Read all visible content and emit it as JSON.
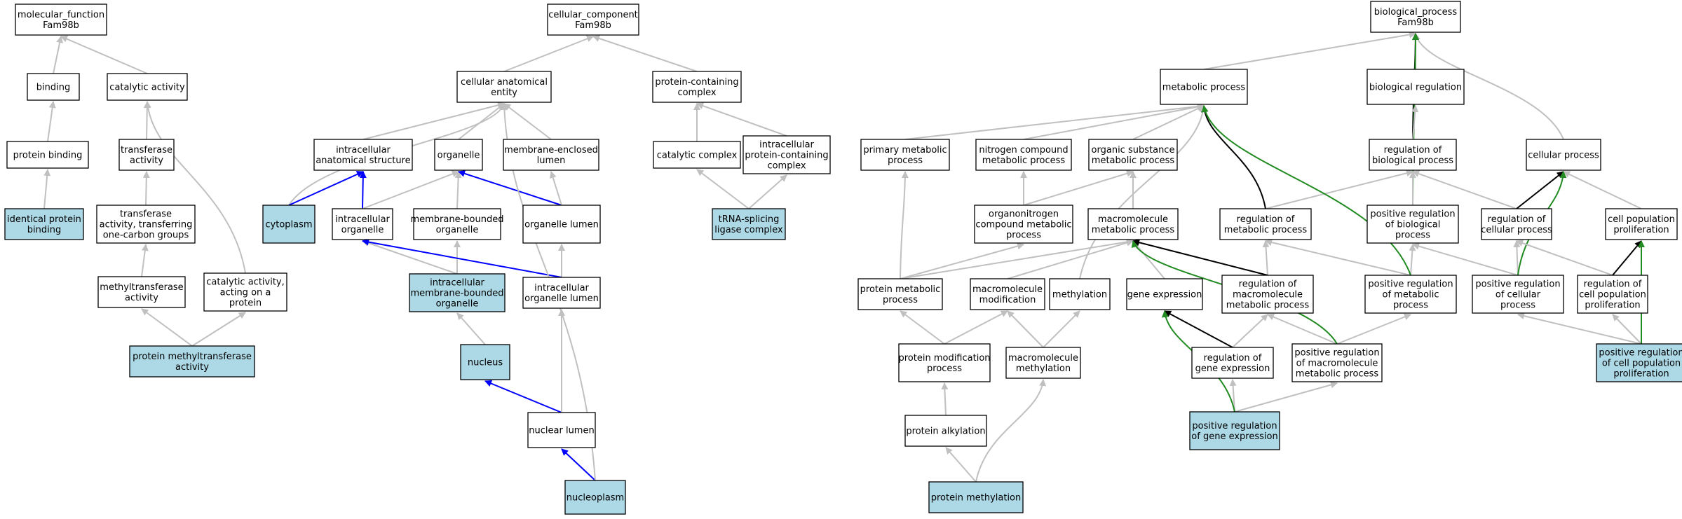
{
  "colors": {
    "term_fill": "#ffffff",
    "annotated_fill": "#add8e6",
    "is_a_edge": "#c0c0c0",
    "regulates_edge": "#000000",
    "part_of_edge": "#0000ff",
    "positively_regulates_edge": "#228b22"
  },
  "nodes": [
    {
      "id": "mf_root",
      "lines": [
        "molecular_function",
        "Fam98b"
      ],
      "annotated": false
    },
    {
      "id": "binding",
      "lines": [
        "binding"
      ],
      "annotated": false
    },
    {
      "id": "catalytic_activity",
      "lines": [
        "catalytic activity"
      ],
      "annotated": false
    },
    {
      "id": "protein_binding",
      "lines": [
        "protein binding"
      ],
      "annotated": false
    },
    {
      "id": "transferase_activity",
      "lines": [
        "transferase",
        "activity"
      ],
      "annotated": false
    },
    {
      "id": "identical_protein_binding",
      "lines": [
        "identical protein",
        "binding"
      ],
      "annotated": true
    },
    {
      "id": "transferase_one_carbon",
      "lines": [
        "transferase",
        "activity, transferring",
        "one-carbon groups"
      ],
      "annotated": false
    },
    {
      "id": "methyltransferase_activity",
      "lines": [
        "methyltransferase",
        "activity"
      ],
      "annotated": false
    },
    {
      "id": "catalytic_on_protein",
      "lines": [
        "catalytic activity,",
        "acting on a",
        "protein"
      ],
      "annotated": false
    },
    {
      "id": "protein_methyltransferase_activity",
      "lines": [
        "protein methyltransferase",
        "activity"
      ],
      "annotated": true
    },
    {
      "id": "cc_root",
      "lines": [
        "cellular_component",
        "Fam98b"
      ],
      "annotated": false
    },
    {
      "id": "cellular_anatomical_entity",
      "lines": [
        "cellular anatomical",
        "entity"
      ],
      "annotated": false
    },
    {
      "id": "protein_containing_complex",
      "lines": [
        "protein-containing",
        "complex"
      ],
      "annotated": false
    },
    {
      "id": "intracellular_anatomical_structure",
      "lines": [
        "intracellular",
        "anatomical structure"
      ],
      "annotated": false
    },
    {
      "id": "organelle",
      "lines": [
        "organelle"
      ],
      "annotated": false
    },
    {
      "id": "membrane_enclosed_lumen",
      "lines": [
        "membrane-enclosed",
        "lumen"
      ],
      "annotated": false
    },
    {
      "id": "catalytic_complex",
      "lines": [
        "catalytic complex"
      ],
      "annotated": false
    },
    {
      "id": "intracellular_protein_complex",
      "lines": [
        "intracellular",
        "protein-containing",
        "complex"
      ],
      "annotated": false
    },
    {
      "id": "cytoplasm",
      "lines": [
        "cytoplasm"
      ],
      "annotated": true
    },
    {
      "id": "intracellular_organelle",
      "lines": [
        "intracellular",
        "organelle"
      ],
      "annotated": false
    },
    {
      "id": "membrane_bounded_organelle",
      "lines": [
        "membrane-bounded",
        "organelle"
      ],
      "annotated": false
    },
    {
      "id": "organelle_lumen",
      "lines": [
        "organelle lumen"
      ],
      "annotated": false
    },
    {
      "id": "trna_splicing_ligase_complex",
      "lines": [
        "tRNA-splicing",
        "ligase complex"
      ],
      "annotated": true
    },
    {
      "id": "intracellular_mb_organelle",
      "lines": [
        "intracellular",
        "membrane-bounded",
        "organelle"
      ],
      "annotated": true
    },
    {
      "id": "intracellular_organelle_lumen",
      "lines": [
        "intracellular",
        "organelle lumen"
      ],
      "annotated": false
    },
    {
      "id": "nucleus",
      "lines": [
        "nucleus"
      ],
      "annotated": true
    },
    {
      "id": "nuclear_lumen",
      "lines": [
        "nuclear lumen"
      ],
      "annotated": false
    },
    {
      "id": "nucleoplasm",
      "lines": [
        "nucleoplasm"
      ],
      "annotated": true
    },
    {
      "id": "bp_root",
      "lines": [
        "biological_process",
        "Fam98b"
      ],
      "annotated": false
    },
    {
      "id": "metabolic_process",
      "lines": [
        "metabolic process"
      ],
      "annotated": false
    },
    {
      "id": "biological_regulation",
      "lines": [
        "biological regulation"
      ],
      "annotated": false
    },
    {
      "id": "primary_metabolic_process",
      "lines": [
        "primary metabolic",
        "process"
      ],
      "annotated": false
    },
    {
      "id": "nitrogen_compound_mp",
      "lines": [
        "nitrogen compound",
        "metabolic process"
      ],
      "annotated": false
    },
    {
      "id": "organic_substance_mp",
      "lines": [
        "organic substance",
        "metabolic process"
      ],
      "annotated": false
    },
    {
      "id": "regulation_of_biological_process",
      "lines": [
        "regulation of",
        "biological process"
      ],
      "annotated": false
    },
    {
      "id": "cellular_process",
      "lines": [
        "cellular process"
      ],
      "annotated": false
    },
    {
      "id": "organonitrogen_mp",
      "lines": [
        "organonitrogen",
        "compound metabolic",
        "process"
      ],
      "annotated": false
    },
    {
      "id": "macromolecule_mp",
      "lines": [
        "macromolecule",
        "metabolic process"
      ],
      "annotated": false
    },
    {
      "id": "regulation_of_mp",
      "lines": [
        "regulation of",
        "metabolic process"
      ],
      "annotated": false
    },
    {
      "id": "pos_reg_biological_process",
      "lines": [
        "positive regulation",
        "of biological",
        "process"
      ],
      "annotated": false
    },
    {
      "id": "regulation_of_cellular_process",
      "lines": [
        "regulation of",
        "cellular process"
      ],
      "annotated": false
    },
    {
      "id": "cell_population_proliferation",
      "lines": [
        "cell population",
        "proliferation"
      ],
      "annotated": false
    },
    {
      "id": "protein_metabolic_process",
      "lines": [
        "protein metabolic",
        "process"
      ],
      "annotated": false
    },
    {
      "id": "macromolecule_modification",
      "lines": [
        "macromolecule",
        "modification"
      ],
      "annotated": false
    },
    {
      "id": "methylation",
      "lines": [
        "methylation"
      ],
      "annotated": false
    },
    {
      "id": "gene_expression",
      "lines": [
        "gene expression"
      ],
      "annotated": false
    },
    {
      "id": "regulation_of_macromolecule_mp",
      "lines": [
        "regulation of",
        "macromolecule",
        "metabolic process"
      ],
      "annotated": false
    },
    {
      "id": "pos_reg_metabolic_process",
      "lines": [
        "positive regulation",
        "of metabolic",
        "process"
      ],
      "annotated": false
    },
    {
      "id": "pos_reg_cellular_process",
      "lines": [
        "positive regulation",
        "of cellular",
        "process"
      ],
      "annotated": false
    },
    {
      "id": "regulation_of_cell_pop_prolif",
      "lines": [
        "regulation of",
        "cell population",
        "proliferation"
      ],
      "annotated": false
    },
    {
      "id": "protein_modification_process",
      "lines": [
        "protein modification",
        "process"
      ],
      "annotated": false
    },
    {
      "id": "macromolecule_methylation",
      "lines": [
        "macromolecule",
        "methylation"
      ],
      "annotated": false
    },
    {
      "id": "regulation_of_gene_expression",
      "lines": [
        "regulation of",
        "gene expression"
      ],
      "annotated": false
    },
    {
      "id": "pos_reg_macromolecule_mp",
      "lines": [
        "positive regulation",
        "of macromolecule",
        "metabolic process"
      ],
      "annotated": false
    },
    {
      "id": "pos_reg_cell_pop_prolif",
      "lines": [
        "positive regulation",
        "of cell population",
        "proliferation"
      ],
      "annotated": true
    },
    {
      "id": "protein_alkylation",
      "lines": [
        "protein alkylation"
      ],
      "annotated": false
    },
    {
      "id": "pos_reg_gene_expression",
      "lines": [
        "positive regulation",
        "of gene expression"
      ],
      "annotated": true
    },
    {
      "id": "protein_methylation",
      "lines": [
        "protein methylation"
      ],
      "annotated": true
    }
  ],
  "edges": [
    {
      "from": "binding",
      "to": "mf_root",
      "type": "is_a"
    },
    {
      "from": "catalytic_activity",
      "to": "mf_root",
      "type": "is_a"
    },
    {
      "from": "protein_binding",
      "to": "binding",
      "type": "is_a"
    },
    {
      "from": "transferase_activity",
      "to": "catalytic_activity",
      "type": "is_a"
    },
    {
      "from": "identical_protein_binding",
      "to": "protein_binding",
      "type": "is_a"
    },
    {
      "from": "transferase_one_carbon",
      "to": "transferase_activity",
      "type": "is_a"
    },
    {
      "from": "methyltransferase_activity",
      "to": "transferase_one_carbon",
      "type": "is_a"
    },
    {
      "from": "catalytic_on_protein",
      "to": "catalytic_activity",
      "type": "is_a"
    },
    {
      "from": "protein_methyltransferase_activity",
      "to": "methyltransferase_activity",
      "type": "is_a"
    },
    {
      "from": "protein_methyltransferase_activity",
      "to": "catalytic_on_protein",
      "type": "is_a"
    },
    {
      "from": "cellular_anatomical_entity",
      "to": "cc_root",
      "type": "is_a"
    },
    {
      "from": "protein_containing_complex",
      "to": "cc_root",
      "type": "is_a"
    },
    {
      "from": "intracellular_anatomical_structure",
      "to": "cellular_anatomical_entity",
      "type": "is_a"
    },
    {
      "from": "organelle",
      "to": "cellular_anatomical_entity",
      "type": "is_a"
    },
    {
      "from": "membrane_enclosed_lumen",
      "to": "cellular_anatomical_entity",
      "type": "is_a"
    },
    {
      "from": "catalytic_complex",
      "to": "protein_containing_complex",
      "type": "is_a"
    },
    {
      "from": "intracellular_protein_complex",
      "to": "protein_containing_complex",
      "type": "is_a"
    },
    {
      "from": "cytoplasm",
      "to": "cellular_anatomical_entity",
      "type": "is_a"
    },
    {
      "from": "cytoplasm",
      "to": "intracellular_anatomical_structure",
      "type": "part_of"
    },
    {
      "from": "intracellular_organelle",
      "to": "intracellular_anatomical_structure",
      "type": "part_of"
    },
    {
      "from": "intracellular_organelle",
      "to": "organelle",
      "type": "is_a"
    },
    {
      "from": "membrane_bounded_organelle",
      "to": "organelle",
      "type": "is_a"
    },
    {
      "from": "organelle_lumen",
      "to": "organelle",
      "type": "part_of"
    },
    {
      "from": "organelle_lumen",
      "to": "membrane_enclosed_lumen",
      "type": "is_a"
    },
    {
      "from": "trna_splicing_ligase_complex",
      "to": "catalytic_complex",
      "type": "is_a"
    },
    {
      "from": "trna_splicing_ligase_complex",
      "to": "intracellular_protein_complex",
      "type": "is_a"
    },
    {
      "from": "intracellular_mb_organelle",
      "to": "intracellular_organelle",
      "type": "is_a"
    },
    {
      "from": "intracellular_mb_organelle",
      "to": "membrane_bounded_organelle",
      "type": "is_a"
    },
    {
      "from": "intracellular_organelle_lumen",
      "to": "organelle_lumen",
      "type": "is_a"
    },
    {
      "from": "intracellular_organelle_lumen",
      "to": "intracellular_organelle",
      "type": "part_of"
    },
    {
      "from": "nucleus",
      "to": "intracellular_mb_organelle",
      "type": "is_a"
    },
    {
      "from": "nuclear_lumen",
      "to": "nucleus",
      "type": "part_of"
    },
    {
      "from": "nuclear_lumen",
      "to": "intracellular_organelle_lumen",
      "type": "is_a"
    },
    {
      "from": "nucleoplasm",
      "to": "nuclear_lumen",
      "type": "part_of"
    },
    {
      "from": "nucleoplasm",
      "to": "cellular_anatomical_entity",
      "type": "is_a"
    },
    {
      "from": "metabolic_process",
      "to": "bp_root",
      "type": "is_a"
    },
    {
      "from": "biological_regulation",
      "to": "bp_root",
      "type": "is_a"
    },
    {
      "from": "cellular_process",
      "to": "bp_root",
      "type": "is_a"
    },
    {
      "from": "regulation_of_biological_process",
      "to": "bp_root",
      "type": "regulates"
    },
    {
      "from": "pos_reg_biological_process",
      "to": "bp_root",
      "type": "positively_regulates"
    },
    {
      "from": "primary_metabolic_process",
      "to": "metabolic_process",
      "type": "is_a"
    },
    {
      "from": "nitrogen_compound_mp",
      "to": "metabolic_process",
      "type": "is_a"
    },
    {
      "from": "organic_substance_mp",
      "to": "metabolic_process",
      "type": "is_a"
    },
    {
      "from": "regulation_of_biological_process",
      "to": "biological_regulation",
      "type": "is_a"
    },
    {
      "from": "organonitrogen_mp",
      "to": "nitrogen_compound_mp",
      "type": "is_a"
    },
    {
      "from": "organonitrogen_mp",
      "to": "organic_substance_mp",
      "type": "is_a"
    },
    {
      "from": "macromolecule_mp",
      "to": "organic_substance_mp",
      "type": "is_a"
    },
    {
      "from": "regulation_of_mp",
      "to": "regulation_of_biological_process",
      "type": "is_a"
    },
    {
      "from": "regulation_of_mp",
      "to": "metabolic_process",
      "type": "regulates"
    },
    {
      "from": "pos_reg_biological_process",
      "to": "regulation_of_biological_process",
      "type": "is_a"
    },
    {
      "from": "regulation_of_cellular_process",
      "to": "regulation_of_biological_process",
      "type": "is_a"
    },
    {
      "from": "regulation_of_cellular_process",
      "to": "cellular_process",
      "type": "regulates"
    },
    {
      "from": "cell_population_proliferation",
      "to": "cellular_process",
      "type": "is_a"
    },
    {
      "from": "protein_metabolic_process",
      "to": "primary_metabolic_process",
      "type": "is_a"
    },
    {
      "from": "protein_metabolic_process",
      "to": "organonitrogen_mp",
      "type": "is_a"
    },
    {
      "from": "protein_metabolic_process",
      "to": "macromolecule_mp",
      "type": "is_a"
    },
    {
      "from": "macromolecule_modification",
      "to": "macromolecule_mp",
      "type": "is_a"
    },
    {
      "from": "methylation",
      "to": "metabolic_process",
      "type": "is_a"
    },
    {
      "from": "gene_expression",
      "to": "macromolecule_mp",
      "type": "is_a"
    },
    {
      "from": "regulation_of_macromolecule_mp",
      "to": "regulation_of_mp",
      "type": "is_a"
    },
    {
      "from": "regulation_of_macromolecule_mp",
      "to": "macromolecule_mp",
      "type": "regulates"
    },
    {
      "from": "pos_reg_metabolic_process",
      "to": "regulation_of_mp",
      "type": "is_a"
    },
    {
      "from": "pos_reg_metabolic_process",
      "to": "pos_reg_biological_process",
      "type": "is_a"
    },
    {
      "from": "pos_reg_metabolic_process",
      "to": "metabolic_process",
      "type": "positively_regulates"
    },
    {
      "from": "pos_reg_cellular_process",
      "to": "regulation_of_cellular_process",
      "type": "is_a"
    },
    {
      "from": "pos_reg_cellular_process",
      "to": "pos_reg_biological_process",
      "type": "is_a"
    },
    {
      "from": "pos_reg_cellular_process",
      "to": "cellular_process",
      "type": "positively_regulates"
    },
    {
      "from": "regulation_of_cell_pop_prolif",
      "to": "regulation_of_cellular_process",
      "type": "is_a"
    },
    {
      "from": "regulation_of_cell_pop_prolif",
      "to": "cell_population_proliferation",
      "type": "regulates"
    },
    {
      "from": "protein_modification_process",
      "to": "protein_metabolic_process",
      "type": "is_a"
    },
    {
      "from": "protein_modification_process",
      "to": "macromolecule_modification",
      "type": "is_a"
    },
    {
      "from": "macromolecule_methylation",
      "to": "macromolecule_modification",
      "type": "is_a"
    },
    {
      "from": "macromolecule_methylation",
      "to": "methylation",
      "type": "is_a"
    },
    {
      "from": "regulation_of_gene_expression",
      "to": "regulation_of_macromolecule_mp",
      "type": "is_a"
    },
    {
      "from": "regulation_of_gene_expression",
      "to": "gene_expression",
      "type": "regulates"
    },
    {
      "from": "pos_reg_macromolecule_mp",
      "to": "regulation_of_macromolecule_mp",
      "type": "is_a"
    },
    {
      "from": "pos_reg_macromolecule_mp",
      "to": "pos_reg_metabolic_process",
      "type": "is_a"
    },
    {
      "from": "pos_reg_macromolecule_mp",
      "to": "macromolecule_mp",
      "type": "positively_regulates"
    },
    {
      "from": "pos_reg_cell_pop_prolif",
      "to": "regulation_of_cell_pop_prolif",
      "type": "is_a"
    },
    {
      "from": "pos_reg_cell_pop_prolif",
      "to": "pos_reg_cellular_process",
      "type": "is_a"
    },
    {
      "from": "pos_reg_cell_pop_prolif",
      "to": "cell_population_proliferation",
      "type": "positively_regulates"
    },
    {
      "from": "protein_alkylation",
      "to": "protein_modification_process",
      "type": "is_a"
    },
    {
      "from": "pos_reg_gene_expression",
      "to": "regulation_of_gene_expression",
      "type": "is_a"
    },
    {
      "from": "pos_reg_gene_expression",
      "to": "pos_reg_macromolecule_mp",
      "type": "is_a"
    },
    {
      "from": "pos_reg_gene_expression",
      "to": "gene_expression",
      "type": "positively_regulates"
    },
    {
      "from": "protein_methylation",
      "to": "protein_alkylation",
      "type": "is_a"
    },
    {
      "from": "protein_methylation",
      "to": "macromolecule_methylation",
      "type": "is_a"
    }
  ]
}
